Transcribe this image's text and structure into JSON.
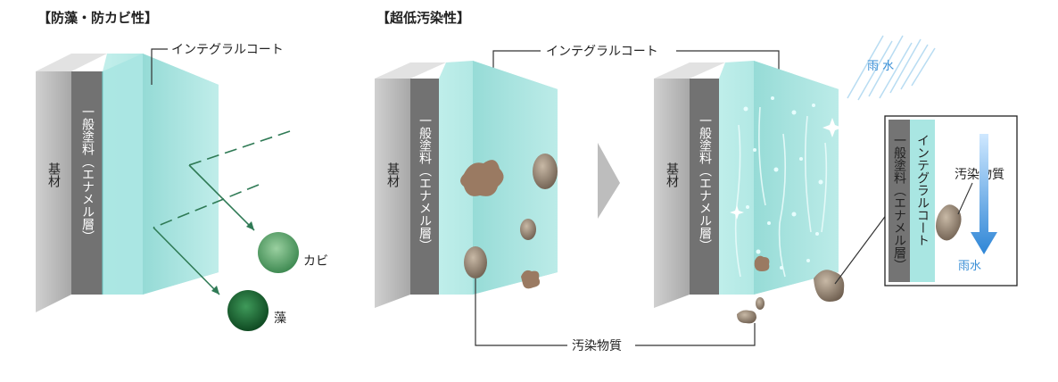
{
  "left_panel": {
    "title": "【防藻・防カビ性】",
    "coat_label": "インテグラルコート",
    "substrate_label": "基材",
    "paint_label": "一般塗料（エナメル層）",
    "mold_label": "カビ",
    "algae_label": "藻"
  },
  "right_panel": {
    "title": "【超低汚染性】",
    "coat_label": "インテグラルコート",
    "substrate_label_before": "基材",
    "paint_label_before": "一般塗料（エナメル層）",
    "substrate_label_after": "基材",
    "paint_label_after": "一般塗料（エナメル層）",
    "pollutant_label": "汚染物質",
    "rain_label": "雨 水"
  },
  "inset": {
    "paint_label": "一般塗料（エナメル層）",
    "coat_label": "インテグラルコート",
    "pollutant_label": "汚染物質",
    "rain_label": "雨水"
  },
  "colors": {
    "coat": "#9fe0dc",
    "coat_edge": "#6cc8c4",
    "substrate": "#bdbdbd",
    "paint": "#6f6f6f",
    "mold": "#5aa06a",
    "algae": "#1f6b36",
    "rain": "#3a8fd6",
    "dirt": "#8a7a6a"
  }
}
